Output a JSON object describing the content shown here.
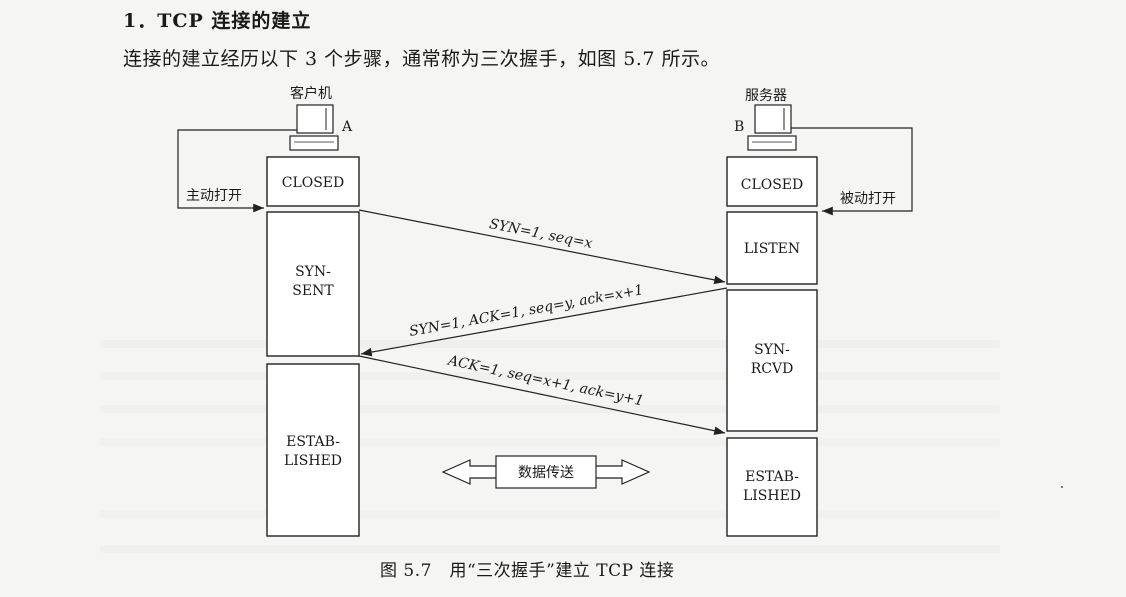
{
  "heading": "1．TCP 连接的建立",
  "intro": "连接的建立经历以下 3 个步骤，通常称为三次握手，如图 5.7 所示。",
  "diagram": {
    "client_label": "客户机",
    "server_label": "服务器",
    "host_a": "A",
    "host_b": "B",
    "active_open": "主动打开",
    "passive_open": "被动打开",
    "client_states": [
      "CLOSED",
      "SYN-\nSENT",
      "ESTAB-\nLISHED"
    ],
    "server_states": [
      "CLOSED",
      "LISTEN",
      "SYN-\nRCVD",
      "ESTAB-\nLISHED"
    ],
    "msg1": "SYN=1, seq=x",
    "msg2": "SYN=1, ACK=1, seq=y, ack=x+1",
    "msg3": "ACK=1, seq=x+1, ack=y+1",
    "data_transfer": "数据传送"
  },
  "caption": "图 5.7　用“三次握手”建立 TCP 连接"
}
